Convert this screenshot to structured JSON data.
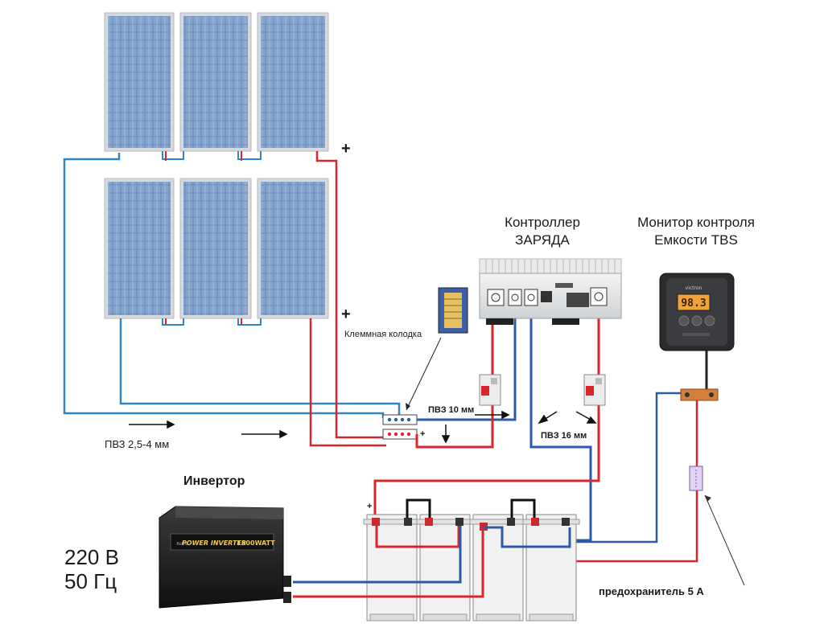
{
  "labels": {
    "controller_line1": "Контроллер",
    "controller_line2": "ЗАРЯДА",
    "monitor_line1": "Монитор контроля",
    "monitor_line2": "Емкости TBS",
    "terminal_block": "Клеммная колодка",
    "wire_pv3_10": "ПВЗ 10 мм",
    "wire_pv3_16": "ПВЗ 16 мм",
    "wire_pv3_25": "ПВЗ 2,5-4 мм",
    "inverter": "Инвертор",
    "voltage": "220 В",
    "frequency": "50 Гц",
    "fuse": "предохранитель 5 А",
    "plus_top": "+",
    "plus_bottom": "+",
    "block_plus": "+",
    "battery_plus": "+",
    "monitor_display": "98.3",
    "monitor_brand": "victron",
    "inverter_brand": "POWER INVERTER",
    "inverter_model": "1500WATT",
    "inverter_small": "RoHS"
  },
  "colors": {
    "wire_positive": "#d8262b",
    "wire_negative": "#2c5aa6",
    "wire_panel_blue": "#2f86c6",
    "panel_cell": "#7b9bc7",
    "panel_frame": "#c9cdd3",
    "battery_case": "#f1f1f1",
    "inverter_body": "#1d1d1d",
    "display_amber": "#f2a23a"
  }
}
